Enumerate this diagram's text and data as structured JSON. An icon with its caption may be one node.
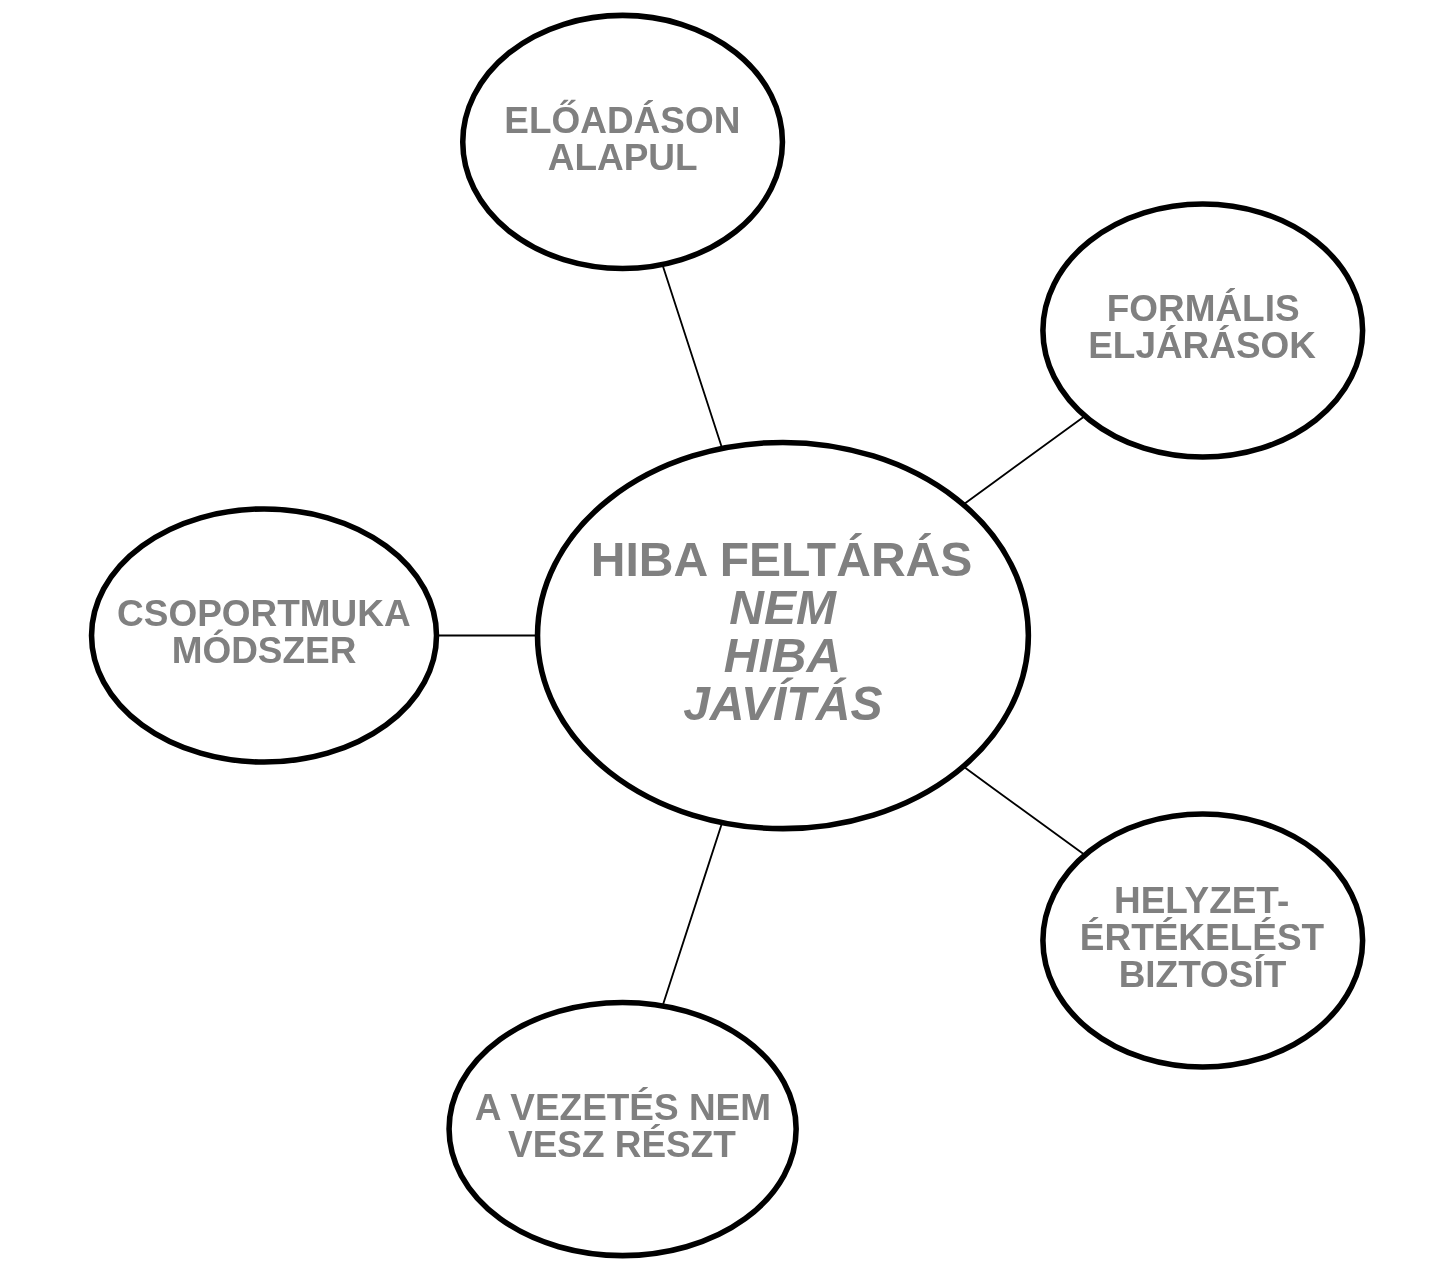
{
  "diagram": {
    "nodes": [
      {
        "text": [
          "FORMÁLIS ELJÁRÁSOK"
        ]
      },
      {
        "text": [
          "ELŐADÁSON ALAPUL"
        ]
      },
      {
        "text": [
          "CSOPORTMUKA MÓDSZER"
        ]
      },
      {
        "text": [
          "HIBA FELTÁRÁS",
          "NEM HIBA JAVÍTÁS"
        ]
      },
      {
        "text": [
          "A VEZETÉS NEM VESZ RÉSZT"
        ]
      },
      {
        "text": [
          "HELYZET- ÉRTÉKELÉST BIZTOSÍT"
        ]
      }
    ],
    "edges": [
      {
        "from": 3,
        "to": 0,
        "arrow": "none"
      },
      {
        "from": 3,
        "to": 1,
        "arrow": "none"
      },
      {
        "from": 3,
        "to": 2,
        "arrow": "none"
      },
      {
        "from": 3,
        "to": 4,
        "arrow": "none"
      },
      {
        "from": 3,
        "to": 5,
        "arrow": "none"
      }
    ]
  }
}
